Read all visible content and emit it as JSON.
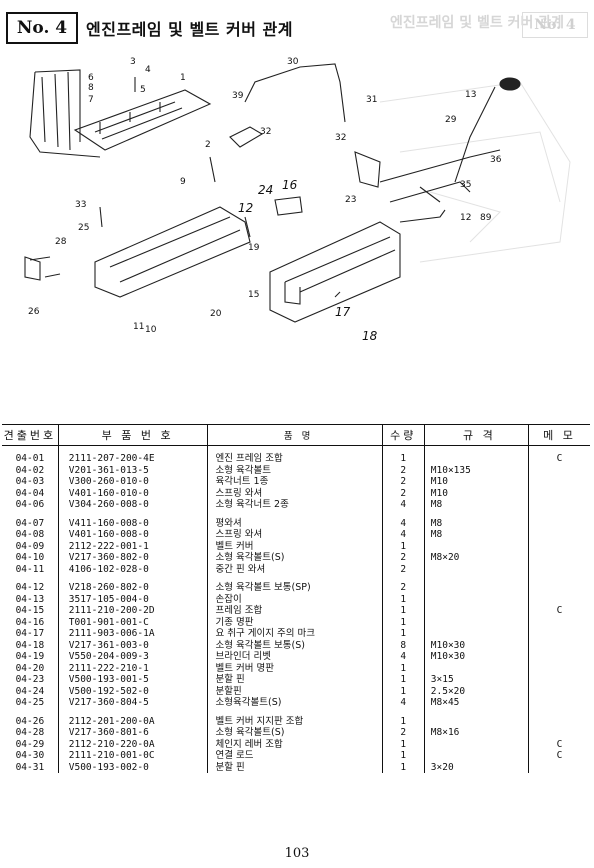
{
  "header": {
    "number": "No. 4",
    "title": "엔진프레임 및 벨트 커버 관계",
    "ghost_title": "엔진프레임 및 벨트 커버 관계",
    "ghost_number": "No. 4"
  },
  "diagram": {
    "labels": [
      "1",
      "2",
      "3",
      "4",
      "5",
      "6",
      "7",
      "8",
      "9",
      "10",
      "11",
      "12",
      "12",
      "13",
      "15",
      "16",
      "17",
      "18",
      "19",
      "20",
      "23",
      "24",
      "25",
      "26",
      "28",
      "29",
      "30",
      "31",
      "32",
      "32",
      "33",
      "35",
      "36",
      "39",
      "89"
    ]
  },
  "table": {
    "headers": {
      "no": "견출번호",
      "part": "부 품 번 호",
      "name": "품 명",
      "qty": "수량",
      "spec": "규 격",
      "memo": "메 모"
    },
    "groups": [
      [
        {
          "no": "04-01",
          "part": "2111-207-200-4E",
          "name": "엔진 프레임 조합",
          "qty": "1",
          "spec": "",
          "memo": "C"
        },
        {
          "no": "04-02",
          "part": "V201-361-013-5",
          "name": "소형 육각볼트",
          "qty": "2",
          "spec": "M10×135",
          "memo": ""
        },
        {
          "no": "04-03",
          "part": "V300-260-010-0",
          "name": "육각너트 1종",
          "qty": "2",
          "spec": "M10",
          "memo": ""
        },
        {
          "no": "04-04",
          "part": "V401-160-010-0",
          "name": "스프링 와셔",
          "qty": "2",
          "spec": "M10",
          "memo": ""
        },
        {
          "no": "04-06",
          "part": "V304-260-008-0",
          "name": "소형 육각너트 2종",
          "qty": "4",
          "spec": "M8",
          "memo": ""
        }
      ],
      [
        {
          "no": "04-07",
          "part": "V411-160-008-0",
          "name": "평와셔",
          "qty": "4",
          "spec": "M8",
          "memo": ""
        },
        {
          "no": "04-08",
          "part": "V401-160-008-0",
          "name": "스프링 와셔",
          "qty": "4",
          "spec": "M8",
          "memo": ""
        },
        {
          "no": "04-09",
          "part": "2112-222-001-1",
          "name": "벨트 커버",
          "qty": "1",
          "spec": "",
          "memo": ""
        },
        {
          "no": "04-10",
          "part": "V217-360-802-0",
          "name": "소형 육각볼트(S)",
          "qty": "2",
          "spec": "M8×20",
          "memo": ""
        },
        {
          "no": "04-11",
          "part": "4106-102-028-0",
          "name": "중간 핀 와셔",
          "qty": "2",
          "spec": "",
          "memo": ""
        }
      ],
      [
        {
          "no": "04-12",
          "part": "V218-260-802-0",
          "name": "소형 육각볼트 보통(SP)",
          "qty": "2",
          "spec": "",
          "memo": ""
        },
        {
          "no": "04-13",
          "part": "3517-105-004-0",
          "name": "손잡이",
          "qty": "1",
          "spec": "",
          "memo": ""
        },
        {
          "no": "04-15",
          "part": "2111-210-200-2D",
          "name": "프레임 조합",
          "qty": "1",
          "spec": "",
          "memo": "C"
        },
        {
          "no": "04-16",
          "part": "T001-901-001-C",
          "name": "기종 명판",
          "qty": "1",
          "spec": "",
          "memo": ""
        },
        {
          "no": "04-17",
          "part": "2111-903-006-1A",
          "name": "요 취구 게이지 주의 마크",
          "qty": "1",
          "spec": "",
          "memo": ""
        },
        {
          "no": "04-18",
          "part": "V217-361-003-0",
          "name": "소형 육각볼트 보통(S)",
          "qty": "8",
          "spec": "M10×30",
          "memo": ""
        },
        {
          "no": "04-19",
          "part": "V550-204-009-3",
          "name": "브라인더 리벳",
          "qty": "4",
          "spec": "M10×30",
          "memo": ""
        },
        {
          "no": "04-20",
          "part": "2111-222-210-1",
          "name": "벨트 커버 명판",
          "qty": "1",
          "spec": "",
          "memo": ""
        },
        {
          "no": "04-23",
          "part": "V500-193-001-5",
          "name": "분할 핀",
          "qty": "1",
          "spec": "3×15",
          "memo": ""
        },
        {
          "no": "04-24",
          "part": "V500-192-502-0",
          "name": "분할핀",
          "qty": "1",
          "spec": "2.5×20",
          "memo": ""
        },
        {
          "no": "04-25",
          "part": "V217-360-804-5",
          "name": "소형육각볼트(S)",
          "qty": "4",
          "spec": "M8×45",
          "memo": ""
        }
      ],
      [
        {
          "no": "04-26",
          "part": "2112-201-200-0A",
          "name": "벨트 커버 지지판 조합",
          "qty": "1",
          "spec": "",
          "memo": ""
        },
        {
          "no": "04-28",
          "part": "V217-360-801-6",
          "name": "소형 육각볼트(S)",
          "qty": "2",
          "spec": "M8×16",
          "memo": ""
        },
        {
          "no": "04-29",
          "part": "2112-210-220-0A",
          "name": "체인지 레버 조합",
          "qty": "1",
          "spec": "",
          "memo": "C"
        },
        {
          "no": "04-30",
          "part": "2111-210-001-0C",
          "name": "연결 로드",
          "qty": "1",
          "spec": "",
          "memo": "C"
        },
        {
          "no": "04-31",
          "part": "V500-193-002-0",
          "name": "분할 핀",
          "qty": "1",
          "spec": "3×20",
          "memo": ""
        }
      ]
    ]
  },
  "page_number": "103"
}
